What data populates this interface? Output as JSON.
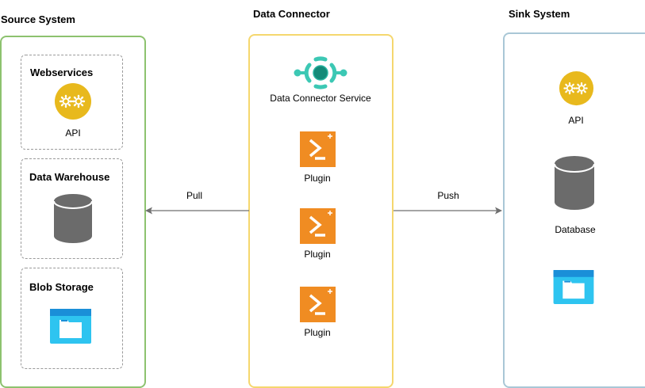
{
  "source": {
    "title": "Source System",
    "webservices": {
      "title": "Webservices",
      "icon": "gear-icon",
      "label": "API"
    },
    "warehouse": {
      "title": "Data Warehouse",
      "icon": "database-icon"
    },
    "blob": {
      "title": "Blob Storage",
      "icon": "folder-window-icon"
    }
  },
  "connector": {
    "title": "Data Connector",
    "service_label": "Data Connector Service",
    "service_icon": "connector-hub-icon",
    "plugins": [
      {
        "label": "Plugin",
        "icon": "powershell-plugin-icon"
      },
      {
        "label": "Plugin",
        "icon": "powershell-plugin-icon"
      },
      {
        "label": "Plugin",
        "icon": "powershell-plugin-icon"
      }
    ]
  },
  "sink": {
    "title": "Sink System",
    "api": {
      "label": "API",
      "icon": "gear-icon"
    },
    "database": {
      "label": "Database",
      "icon": "database-icon"
    },
    "storage": {
      "icon": "folder-window-icon"
    }
  },
  "edges": {
    "pull": "Pull",
    "push": "Push"
  },
  "colors": {
    "source_border": "#8dc26f",
    "connector_border": "#f5d76e",
    "sink_border": "#a9c7d6",
    "gear_fill": "#e8b91d",
    "plugin_fill": "#f08c22",
    "connector_teal": "#3cc8b4",
    "db_fill": "#6b6b6b",
    "folder_blue": "#1a8fd8"
  }
}
